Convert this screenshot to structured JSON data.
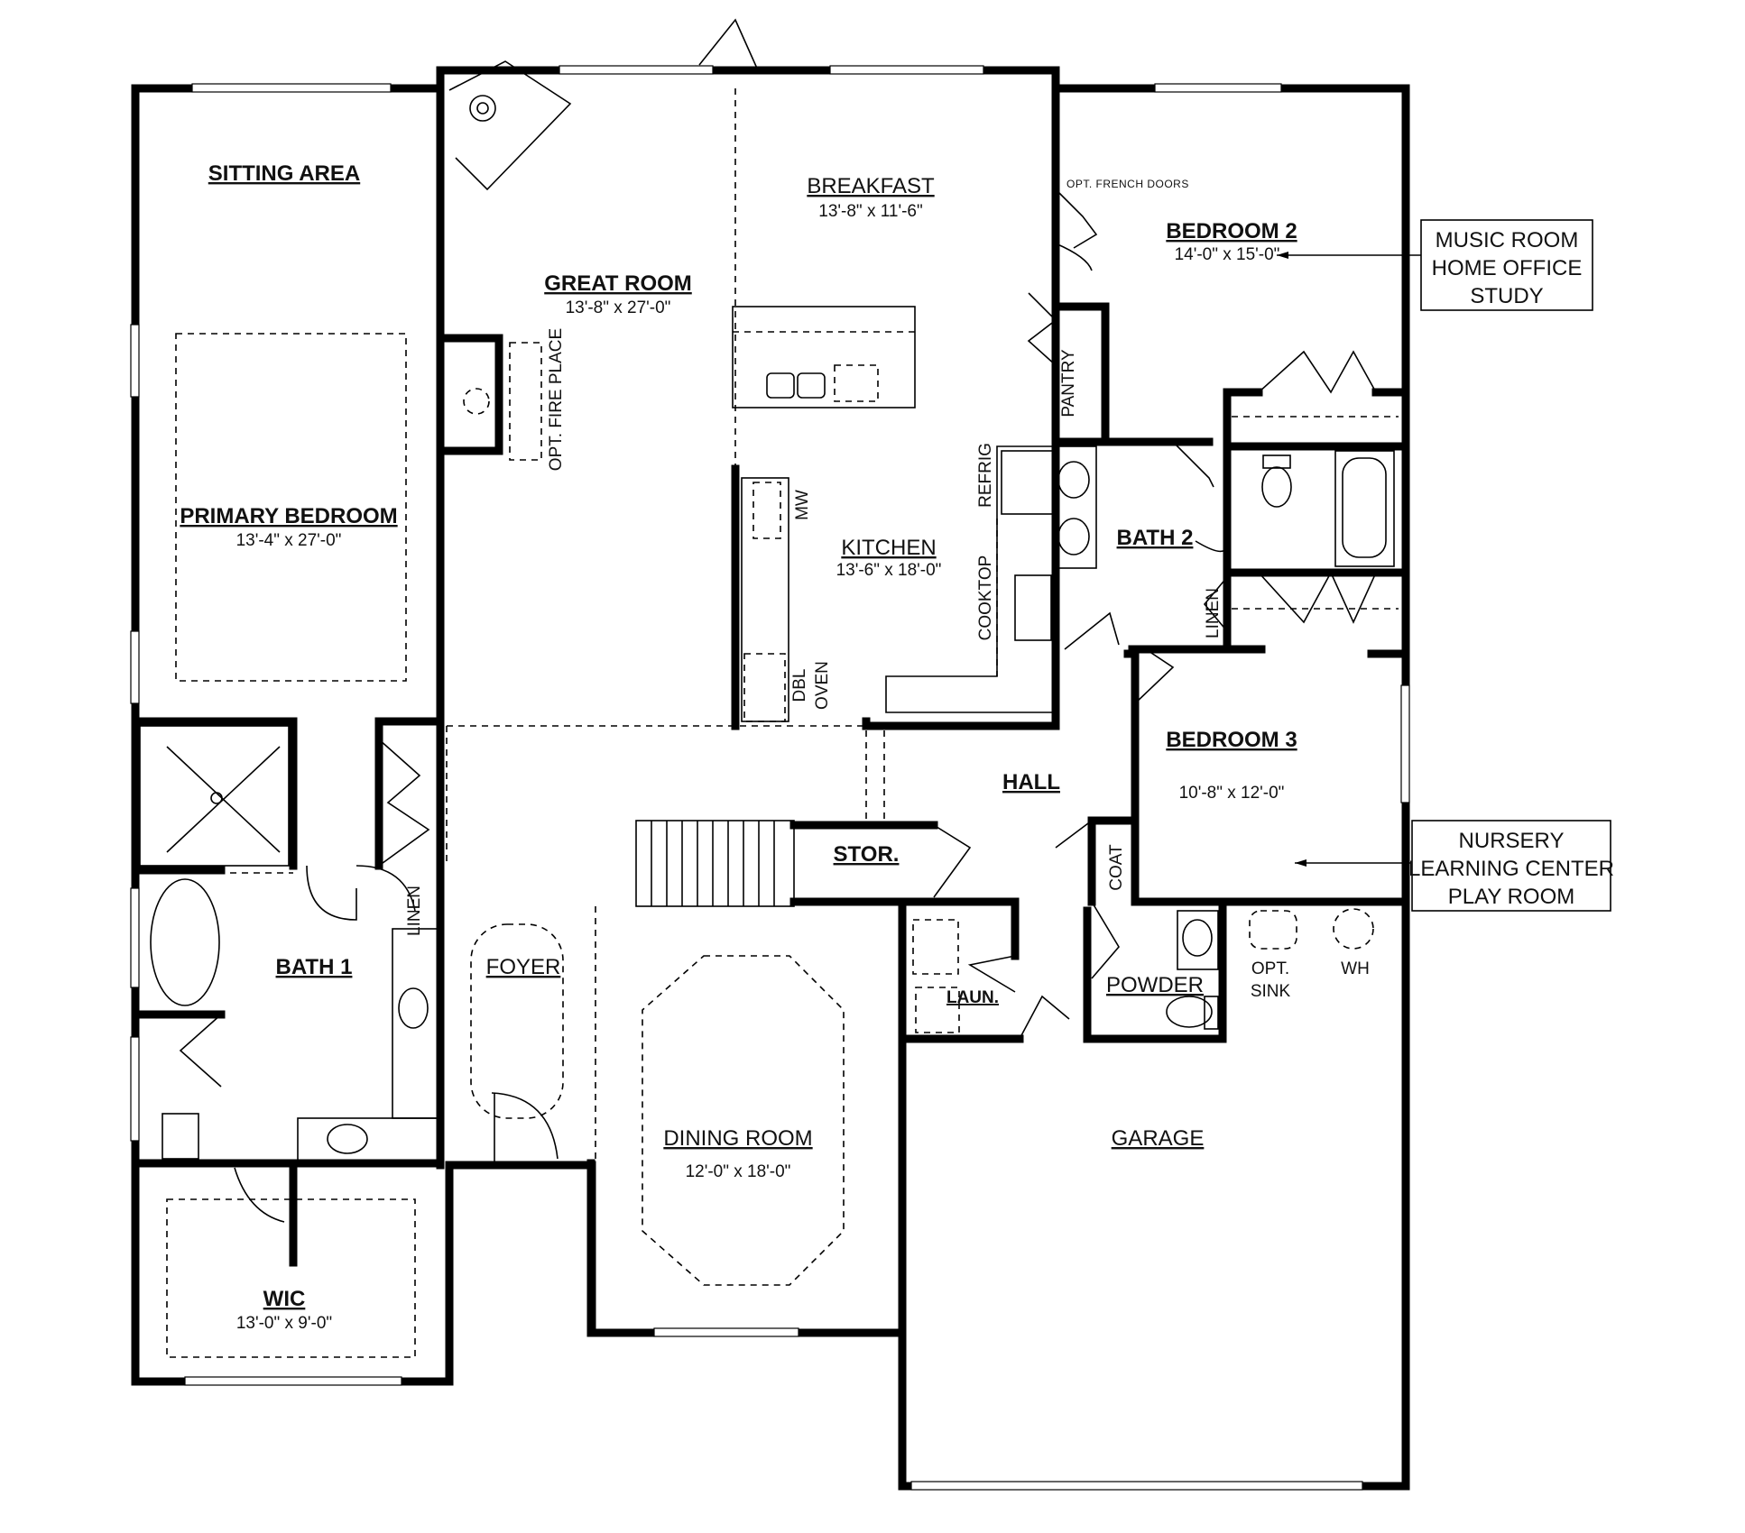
{
  "rooms": {
    "sitting_area": "SITTING AREA",
    "primary_bedroom": "PRIMARY BEDROOM",
    "primary_bedroom_dim": "13'-4\" x 27'-0\"",
    "great_room": "GREAT ROOM",
    "great_room_dim": "13'-8\" x 27'-0\"",
    "opt_fireplace": "OPT. FIRE PLACE",
    "breakfast": "BREAKFAST",
    "breakfast_dim": "13'-8\" x 11'-6\"",
    "opt_french_doors": "OPT. FRENCH DOORS",
    "bedroom2": "BEDROOM 2",
    "bedroom2_dim": "14'-0\" x 15'-0\"",
    "pantry": "PANTRY",
    "refrig": "REFRIG",
    "mw": "MW",
    "kitchen": "KITCHEN",
    "kitchen_dim": "13'-6\" x 18'-0\"",
    "cooktop": "COOKTOP",
    "dbl": "DBL",
    "oven": "OVEN",
    "bath2": "BATH 2",
    "linen": "LINEN",
    "bedroom3": "BEDROOM 3",
    "bedroom3_dim": "10'-8\" x 12'-0\"",
    "hall": "HALL",
    "stor": "STOR.",
    "coat": "COAT",
    "bath1": "BATH 1",
    "foyer": "FOYER",
    "powder": "POWDER",
    "laun": "LAUN.",
    "opt": "OPT.",
    "sink": "SINK",
    "wh": "WH",
    "dining_room": "DINING ROOM",
    "dining_dim": "12'-0\" x 18'-0\"",
    "garage": "GARAGE",
    "wic": "WIC",
    "wic_dim": "13'-0\" x 9'-0\""
  },
  "callouts": {
    "bedroom2_options": [
      "MUSIC ROOM",
      "HOME OFFICE",
      "STUDY"
    ],
    "bedroom3_options": [
      "NURSERY",
      "LEARNING CENTER",
      "PLAY ROOM"
    ]
  }
}
